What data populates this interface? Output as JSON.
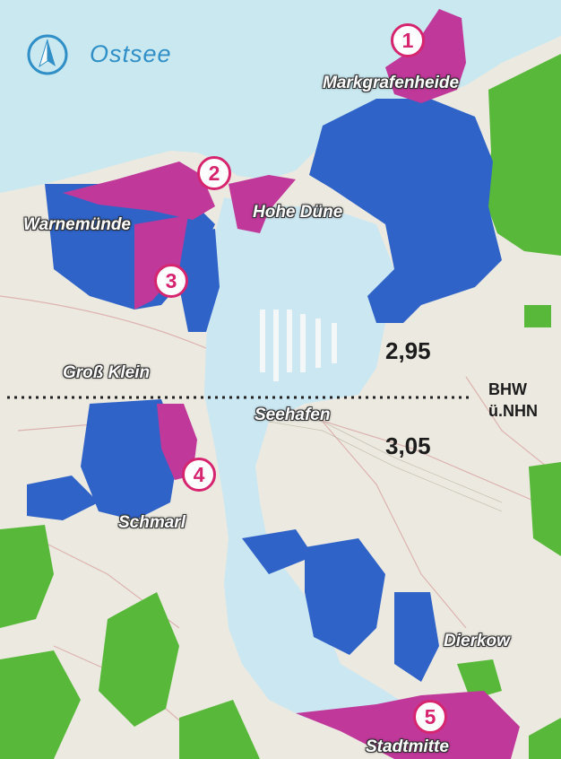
{
  "map": {
    "sea_label": "Ostsee",
    "compass_icon": "north-arrow-icon",
    "places": [
      {
        "id": "markgrafenheide",
        "label": "Markgrafenheide"
      },
      {
        "id": "hohe-duene",
        "label": "Hohe Düne"
      },
      {
        "id": "warnemuende",
        "label": "Warnemünde"
      },
      {
        "id": "gross-klein",
        "label": "Groß Klein"
      },
      {
        "id": "seehafen",
        "label": "Seehafen"
      },
      {
        "id": "schmarl",
        "label": "Schmarl"
      },
      {
        "id": "dierkow",
        "label": "Dierkow"
      },
      {
        "id": "stadtmitte",
        "label": "Stadtmitte"
      }
    ],
    "markers": [
      "1",
      "2",
      "3",
      "4",
      "5"
    ],
    "water_levels": {
      "north": "2,95",
      "south": "3,05",
      "reference_line1": "BHW",
      "reference_line2": "ü.NHN"
    },
    "colors": {
      "sea": "#c9e8f0",
      "flood_blue": "#2f63c8",
      "hotspot_magenta": "#c0389a",
      "land": "#eceae0",
      "forest": "#58b83a",
      "marker_pink": "#d6246f"
    }
  }
}
